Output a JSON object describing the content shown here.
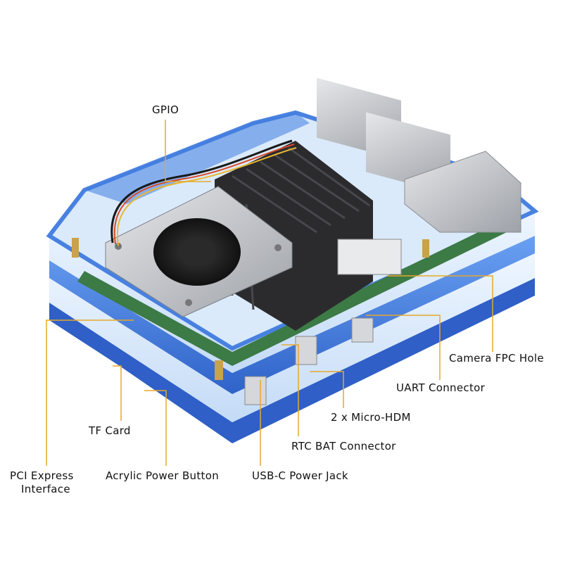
{
  "labels": {
    "gpio": "GPIO",
    "camera_fpc_hole": "Camera FPC Hole",
    "uart_connector": "UART Connector",
    "micro_hdmi": "2 x Micro-HDM",
    "rtc_bat_connector": "RTC BAT Connector",
    "usb_c_power_jack": "USB-C Power Jack",
    "acrylic_power_button": "Acrylic Power Button",
    "tf_card": "TF Card",
    "pci_express_line1": "PCI Express",
    "pci_express_line2": "Interface"
  },
  "colors": {
    "leader_line": "#e6a82a",
    "acrylic_blue": "#3f7be0",
    "acrylic_light": "#cfe3fb",
    "heatsink": "#2b2b2e",
    "fan_plate": "#b9bcc1",
    "pcb_green": "#3c7a46",
    "metal": "#c7c9cc"
  }
}
